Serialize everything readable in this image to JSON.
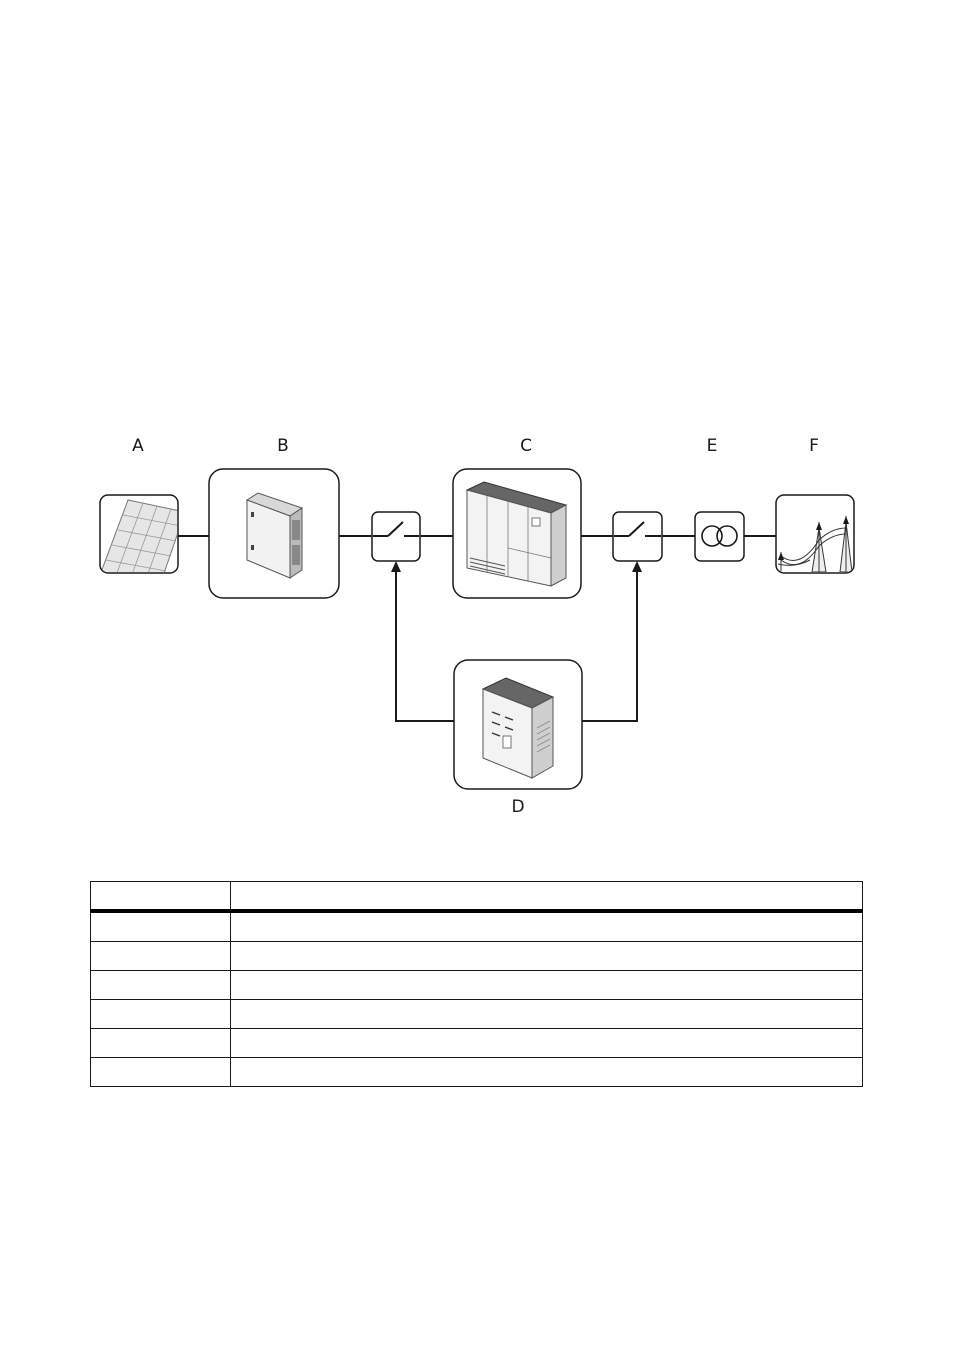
{
  "diagram": {
    "labels": {
      "a": "A",
      "b": "B",
      "c": "C",
      "d": "D",
      "e": "E",
      "f": "F"
    },
    "icons": {
      "a": "solar-panel-icon",
      "b": "combiner-box-icon",
      "c": "inverter-cabinet-icon",
      "d": "control-cabinet-icon",
      "e": "transformer-icon",
      "f": "utility-grid-pylon-icon",
      "switch": "disconnect-switch-icon"
    },
    "colors": {
      "stroke": "#1a1a1a",
      "cabinet_roof": "#555555"
    }
  },
  "table": {
    "headers": [
      "",
      ""
    ],
    "rows": [
      [
        "",
        ""
      ],
      [
        "",
        ""
      ],
      [
        "",
        ""
      ],
      [
        "",
        ""
      ],
      [
        "",
        ""
      ],
      [
        "",
        ""
      ]
    ]
  }
}
